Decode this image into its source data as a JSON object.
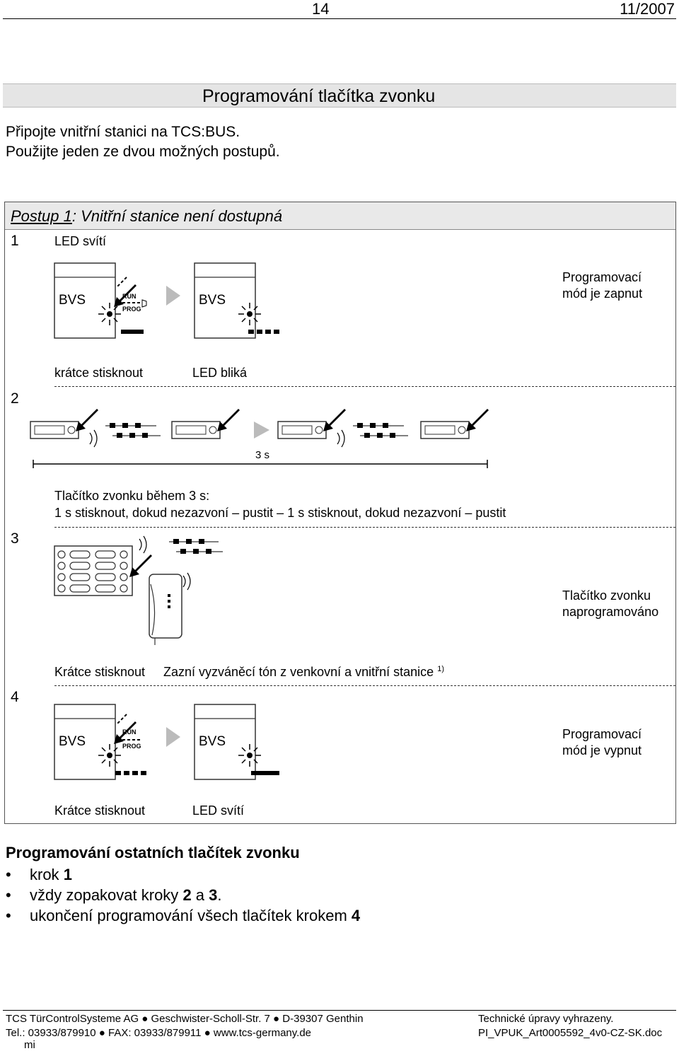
{
  "header": {
    "page_number": "14",
    "date": "11/2007"
  },
  "title": "Programování tlačítka zvonku",
  "intro": [
    "Připojte vnitřní stanici na TCS:BUS.",
    "Použijte jeden ze dvou možných postupů."
  ],
  "procedure": {
    "label_prefix": "Postup",
    "label_number": "1",
    "label_rest": ": Vnitřní stanice není dostupná",
    "step1": {
      "number": "1",
      "top_text": "LED svítí",
      "caption_press": "krátce stisknout",
      "caption_led": "LED bliká",
      "side_line1": "Programovací",
      "side_line2": "mód je zapnut",
      "device_label": "BVS",
      "run_label": "RUN",
      "prog_label": "PROG"
    },
    "step2": {
      "number": "2",
      "time_label": "3 s",
      "text_line1": "Tlačítko zvonku během 3 s:",
      "text_line2": "1 s stisknout, dokud nezazvoní – pustit – 1 s stisknout, dokud nezazvoní – pustit"
    },
    "step3": {
      "number": "3",
      "side_line1": "Tlačítko zvonku",
      "side_line2": "naprogramováno",
      "caption_press": "Krátce stisknout",
      "caption_tone": "Zazní vyzváněcí tón z venkovní a vnitřní stanice",
      "footnote_mark": "1)"
    },
    "step4": {
      "number": "4",
      "side_line1": "Programovací",
      "side_line2": "mód je vypnut",
      "caption_press": "Krátce stisknout",
      "caption_led": "LED svítí",
      "device_label": "BVS",
      "run_label": "RUN",
      "prog_label": "PROG"
    }
  },
  "other_buttons": {
    "title": "Programování ostatních tlačítek zvonku",
    "bullets": [
      {
        "text": "krok ",
        "bold": "1",
        "after": ""
      },
      {
        "text": "vždy zopakovat kroky ",
        "bold": "2",
        "mid": " a ",
        "bold2": "3",
        "after": "."
      },
      {
        "text": "ukončení programování všech tlačítek krokem ",
        "bold": "4",
        "after": ""
      }
    ]
  },
  "footer": {
    "company_line": "TCS TürControlSysteme AG ● Geschwister-Scholl-Str. 7 ● D-39307 Genthin",
    "contact_line": "Tel.: 03933/879910 ● FAX: 03933/879911 ● www.tcs-germany.de",
    "contact_cont": "mi",
    "right_line1": "Technické úpravy vyhrazeny.",
    "right_line2": "PI_VPUK_Art0005592_4v0-CZ-SK.doc"
  }
}
